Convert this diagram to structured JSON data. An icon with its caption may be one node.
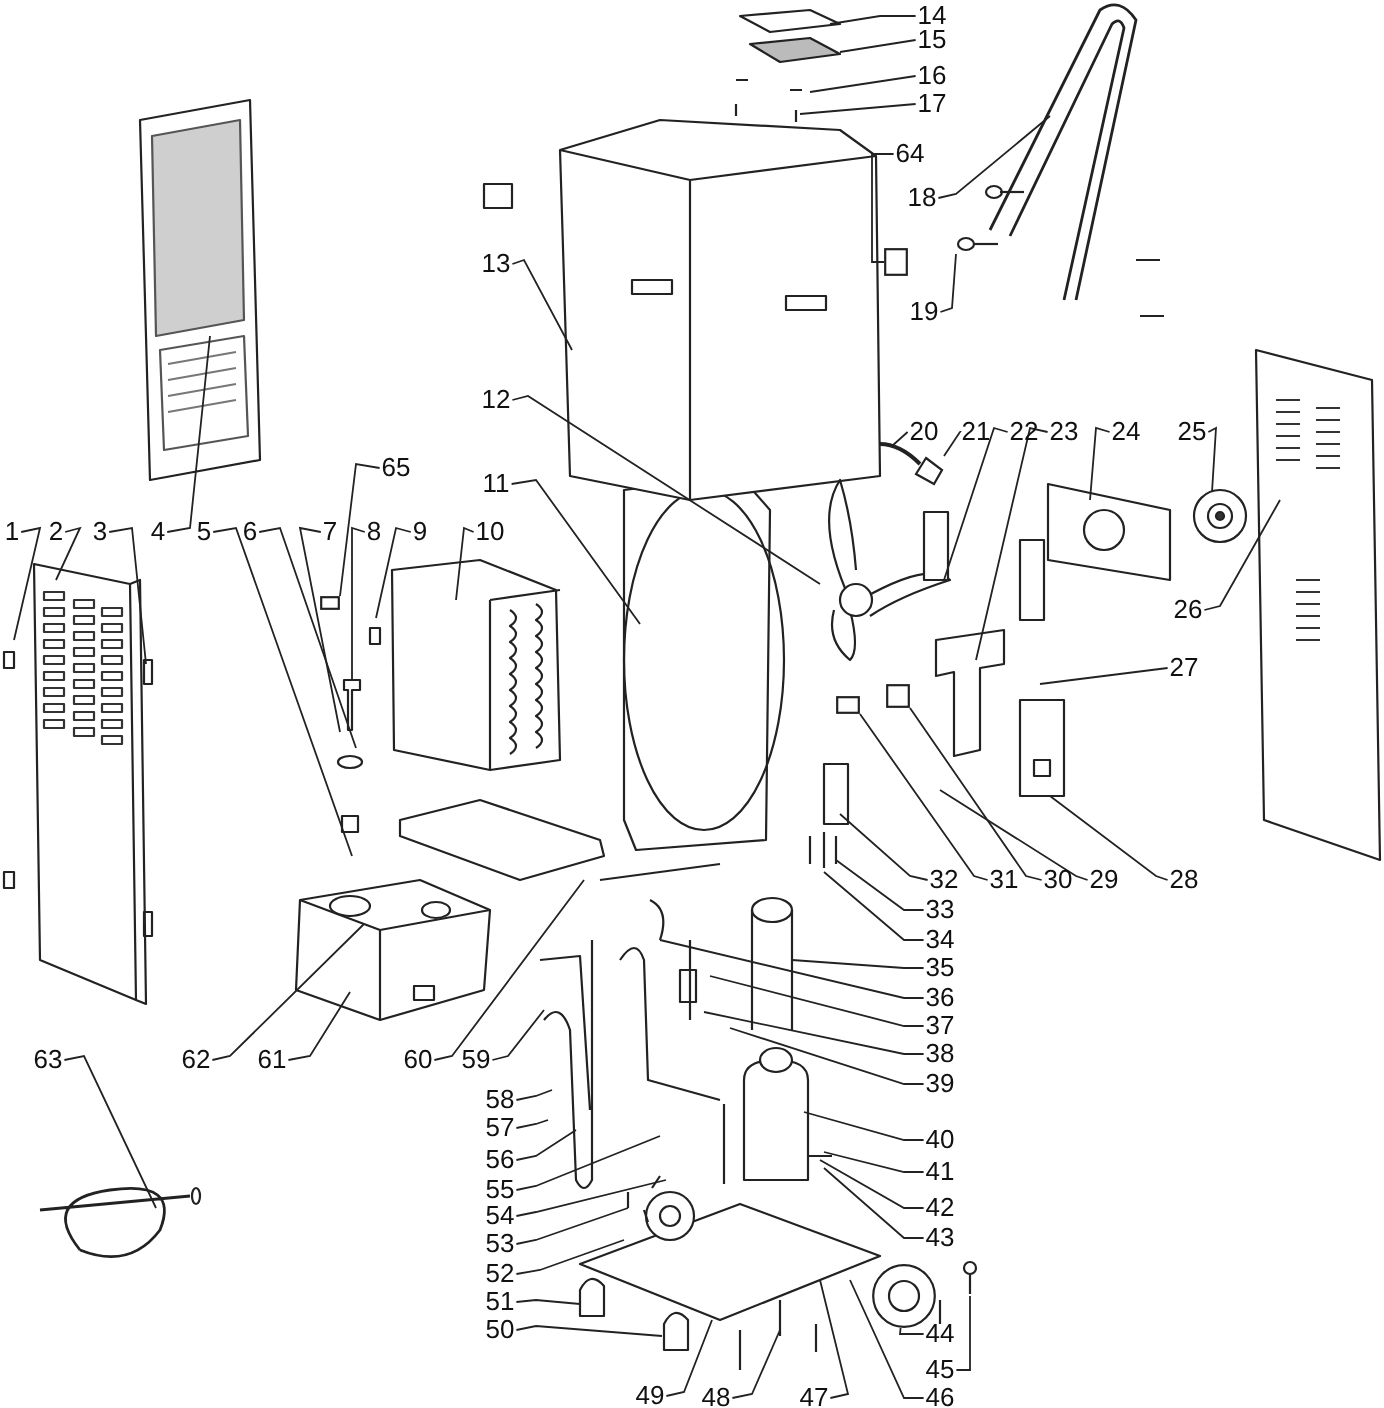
{
  "diagram": {
    "nodes": [
      {
        "text": [
          "1"
        ]
      },
      {
        "text": [
          "2"
        ]
      },
      {
        "text": [
          "3"
        ]
      },
      {
        "text": [
          "4"
        ]
      },
      {
        "text": [
          "5"
        ]
      },
      {
        "text": [
          "6"
        ]
      },
      {
        "text": [
          "7"
        ]
      },
      {
        "text": [
          "8"
        ]
      },
      {
        "text": [
          "9"
        ]
      },
      {
        "text": [
          "10"
        ]
      },
      {
        "text": [
          "11"
        ]
      },
      {
        "text": [
          "12"
        ]
      },
      {
        "text": [
          "13"
        ]
      },
      {
        "text": [
          "14"
        ]
      },
      {
        "text": [
          "15"
        ]
      },
      {
        "text": [
          "16"
        ]
      },
      {
        "text": [
          "17"
        ]
      },
      {
        "text": [
          "18"
        ]
      },
      {
        "text": [
          "19"
        ]
      },
      {
        "text": [
          "20"
        ]
      },
      {
        "text": [
          "21"
        ]
      },
      {
        "text": [
          "22"
        ]
      },
      {
        "text": [
          "23"
        ]
      },
      {
        "text": [
          "24"
        ]
      },
      {
        "text": [
          "25"
        ]
      },
      {
        "text": [
          "26"
        ]
      },
      {
        "text": [
          "27"
        ]
      },
      {
        "text": [
          "28"
        ]
      },
      {
        "text": [
          "29"
        ]
      },
      {
        "text": [
          "30"
        ]
      },
      {
        "text": [
          "31"
        ]
      },
      {
        "text": [
          "32"
        ]
      },
      {
        "text": [
          "33"
        ]
      },
      {
        "text": [
          "34"
        ]
      },
      {
        "text": [
          "35"
        ]
      },
      {
        "text": [
          "36"
        ]
      },
      {
        "text": [
          "37"
        ]
      },
      {
        "text": [
          "38"
        ]
      },
      {
        "text": [
          "39"
        ]
      },
      {
        "text": [
          "40"
        ]
      },
      {
        "text": [
          "41"
        ]
      },
      {
        "text": [
          "42"
        ]
      },
      {
        "text": [
          "43"
        ]
      },
      {
        "text": [
          "44"
        ]
      },
      {
        "text": [
          "45"
        ]
      },
      {
        "text": [
          "46"
        ]
      },
      {
        "text": [
          "47"
        ]
      },
      {
        "text": [
          "48"
        ]
      },
      {
        "text": [
          "49"
        ]
      },
      {
        "text": [
          "50"
        ]
      },
      {
        "text": [
          "51"
        ]
      },
      {
        "text": [
          "52"
        ]
      },
      {
        "text": [
          "53"
        ]
      },
      {
        "text": [
          "54"
        ]
      },
      {
        "text": [
          "55"
        ]
      },
      {
        "text": [
          "56"
        ]
      },
      {
        "text": [
          "57"
        ]
      },
      {
        "text": [
          "58"
        ]
      },
      {
        "text": [
          "59"
        ]
      },
      {
        "text": [
          "60"
        ]
      },
      {
        "text": [
          "61"
        ]
      },
      {
        "text": [
          "62"
        ]
      },
      {
        "text": [
          "63"
        ]
      },
      {
        "text": [
          "64"
        ]
      },
      {
        "text": [
          "65"
        ]
      },
      {
        "text": [],
        "shape": "picture"
      },
      {
        "text": [],
        "shape": "picture"
      },
      {
        "text": [],
        "shape": "circle"
      },
      {
        "text": [],
        "shape": "box"
      },
      {
        "text": [],
        "shape": "box"
      },
      {
        "text": [],
        "shape": "box"
      },
      {
        "text": [],
        "shape": "box"
      },
      {
        "text": [],
        "shape": "picture"
      }
    ],
    "edges": [
      {
        "from": 0,
        "to": null,
        "arrow": "none"
      },
      {
        "from": 1,
        "to": null,
        "arrow": "none"
      },
      {
        "from": 2,
        "to": null,
        "arrow": "none"
      },
      {
        "from": 3,
        "to": null,
        "arrow": "none"
      },
      {
        "from": 4,
        "to": null,
        "arrow": "none"
      },
      {
        "from": 5,
        "to": null,
        "arrow": "none"
      },
      {
        "from": 6,
        "to": null,
        "arrow": "none"
      },
      {
        "from": 7,
        "to": null,
        "arrow": "none"
      },
      {
        "from": 8,
        "to": null,
        "arrow": "none"
      },
      {
        "from": 9,
        "to": null,
        "arrow": "none"
      },
      {
        "from": 10,
        "to": null,
        "arrow": "none"
      },
      {
        "from": 11,
        "to": null,
        "arrow": "none"
      },
      {
        "from": 12,
        "to": null,
        "arrow": "none"
      },
      {
        "from": 13,
        "to": null,
        "arrow": "none"
      },
      {
        "from": 14,
        "to": null,
        "arrow": "none"
      },
      {
        "from": 15,
        "to": null,
        "arrow": "none"
      },
      {
        "from": 16,
        "to": null,
        "arrow": "none"
      },
      {
        "from": 17,
        "to": null,
        "arrow": "none"
      },
      {
        "from": 18,
        "to": 65,
        "arrow": "none"
      },
      {
        "from": 19,
        "to": null,
        "arrow": "none"
      },
      {
        "from": 20,
        "to": 66,
        "arrow": "none"
      },
      {
        "from": 21,
        "to": null,
        "arrow": "none"
      },
      {
        "from": 22,
        "to": null,
        "arrow": "none"
      },
      {
        "from": 23,
        "to": null,
        "arrow": "none"
      },
      {
        "from": 24,
        "to": null,
        "arrow": "none"
      },
      {
        "from": 25,
        "to": null,
        "arrow": "none"
      },
      {
        "from": 26,
        "to": null,
        "arrow": "none"
      },
      {
        "from": 27,
        "to": null,
        "arrow": "none"
      },
      {
        "from": 28,
        "to": null,
        "arrow": "none"
      },
      {
        "from": 29,
        "to": 69,
        "arrow": "none"
      },
      {
        "from": 30,
        "to": 70,
        "arrow": "none"
      },
      {
        "from": 31,
        "to": null,
        "arrow": "none"
      },
      {
        "from": 32,
        "to": null,
        "arrow": "none"
      },
      {
        "from": 33,
        "to": null,
        "arrow": "none"
      },
      {
        "from": 34,
        "to": null,
        "arrow": "none"
      },
      {
        "from": 35,
        "to": null,
        "arrow": "none"
      },
      {
        "from": 36,
        "to": null,
        "arrow": "none"
      },
      {
        "from": 37,
        "to": null,
        "arrow": "none"
      },
      {
        "from": 38,
        "to": null,
        "arrow": "none"
      },
      {
        "from": 39,
        "to": null,
        "arrow": "none"
      },
      {
        "from": 40,
        "to": null,
        "arrow": "none"
      },
      {
        "from": 41,
        "to": null,
        "arrow": "none"
      },
      {
        "from": 42,
        "to": null,
        "arrow": "none"
      },
      {
        "from": 43,
        "to": 67,
        "arrow": "none"
      },
      {
        "from": 44,
        "to": 72,
        "arrow": "none"
      },
      {
        "from": 45,
        "to": null,
        "arrow": "none"
      },
      {
        "from": 46,
        "to": null,
        "arrow": "none"
      },
      {
        "from": 47,
        "to": null,
        "arrow": "none"
      },
      {
        "from": 48,
        "to": null,
        "arrow": "none"
      },
      {
        "from": 49,
        "to": null,
        "arrow": "none"
      },
      {
        "from": 50,
        "to": null,
        "arrow": "none"
      },
      {
        "from": 51,
        "to": null,
        "arrow": "none"
      },
      {
        "from": 52,
        "to": null,
        "arrow": "none"
      },
      {
        "from": 53,
        "to": null,
        "arrow": "none"
      },
      {
        "from": 54,
        "to": null,
        "arrow": "none"
      },
      {
        "from": 55,
        "to": null,
        "arrow": "none"
      },
      {
        "from": 56,
        "to": null,
        "arrow": "none"
      },
      {
        "from": 57,
        "to": null,
        "arrow": "none"
      },
      {
        "from": 58,
        "to": null,
        "arrow": "none"
      },
      {
        "from": 59,
        "to": null,
        "arrow": "none"
      },
      {
        "from": 60,
        "to": null,
        "arrow": "none"
      },
      {
        "from": 61,
        "to": null,
        "arrow": "none"
      },
      {
        "from": 62,
        "to": null,
        "arrow": "none"
      },
      {
        "from": 63,
        "to": 68,
        "arrow": "none"
      },
      {
        "from": 64,
        "to": 71,
        "arrow": "none"
      }
    ]
  }
}
